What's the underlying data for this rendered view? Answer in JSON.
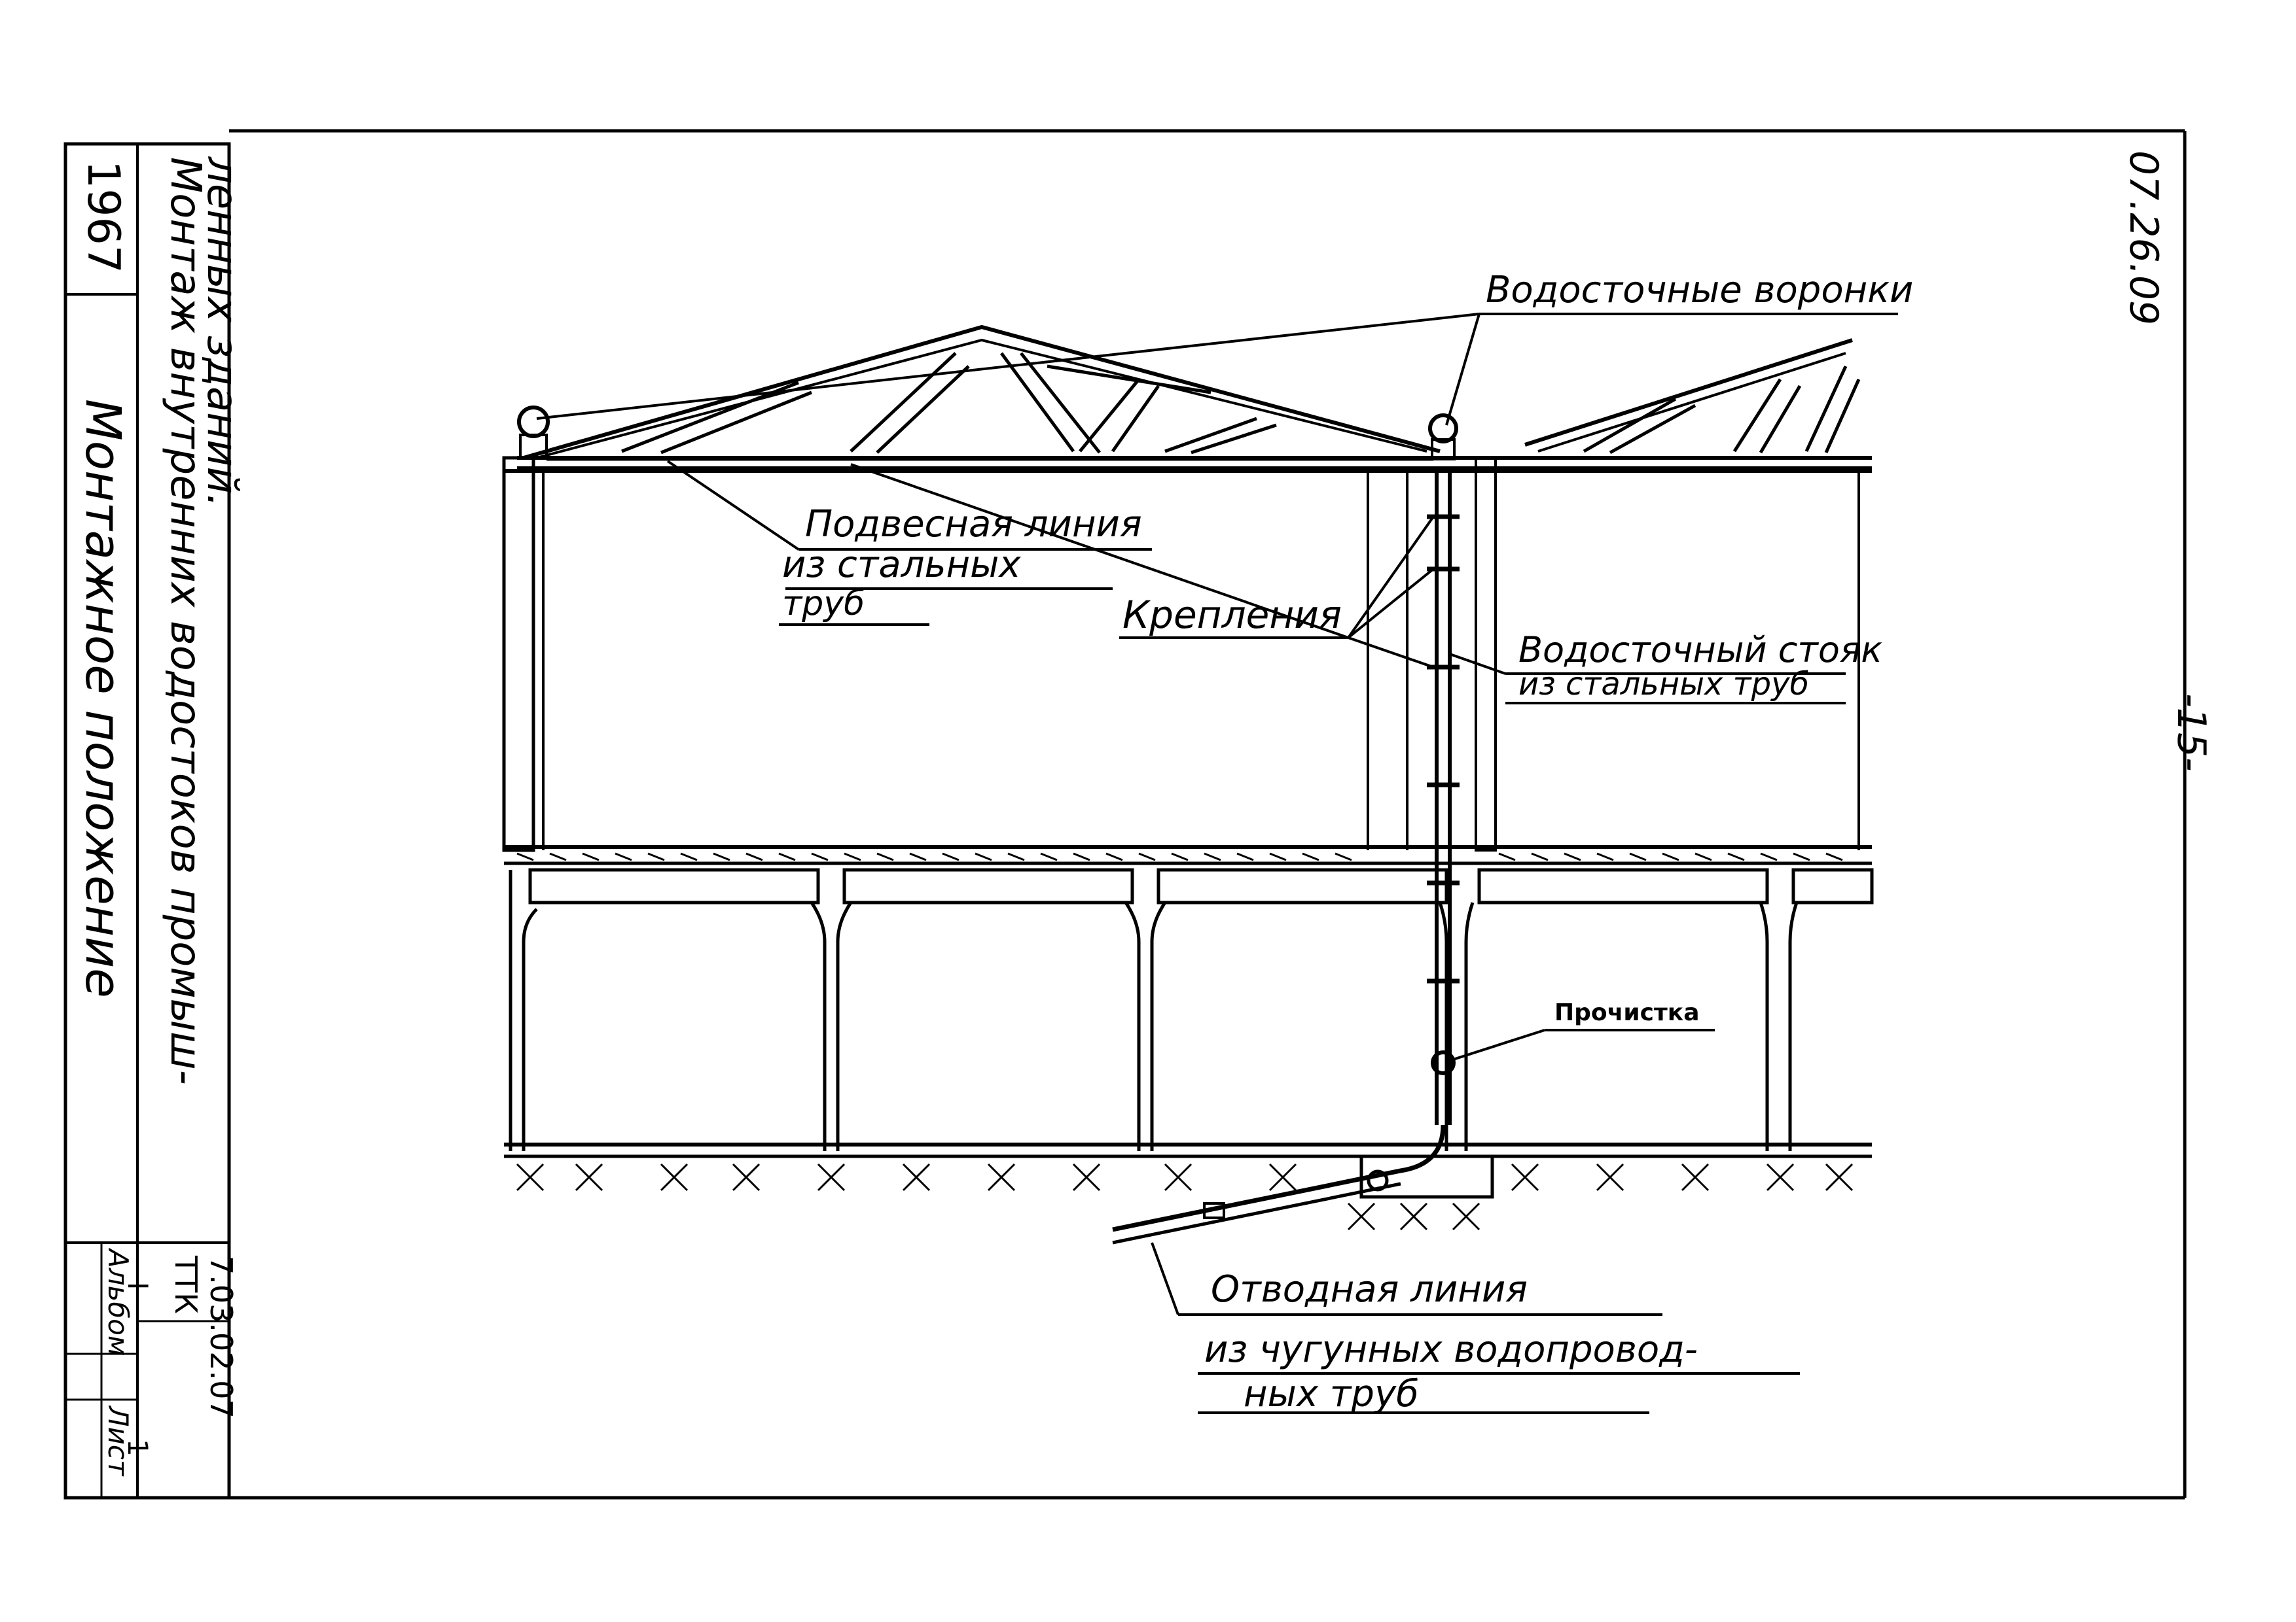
{
  "sheet": {
    "doc_code": "07.26.09",
    "page_number": "-15-"
  },
  "title_block": {
    "year": "1967",
    "title_line1": "Монтаж внутренних водостоков промыш-",
    "title_line2": "ленных зданий.",
    "subtitle": "Монтажное положение",
    "ttk_label": "ТТК",
    "ttk_code": "7.03.02.07",
    "album_label": "Альбом",
    "album_value": "I",
    "sheet_label": "Лист",
    "sheet_value": "1"
  },
  "labels": {
    "roof_funnels": "Водосточные воронки",
    "suspended_line_1": "Подвесная линия",
    "suspended_line_2": "из стальных",
    "suspended_line_3": "труб",
    "fastenings": "Крепления",
    "riser_1": "Водосточный стояк",
    "riser_2": "из стальных труб",
    "cleanout": "Прочистка",
    "outlet_1": "Отводная      линия",
    "outlet_2": "из чугунных водопровод-",
    "outlet_3": "ных    труб"
  },
  "colors": {
    "ink": "#000000",
    "paper": "#ffffff"
  }
}
